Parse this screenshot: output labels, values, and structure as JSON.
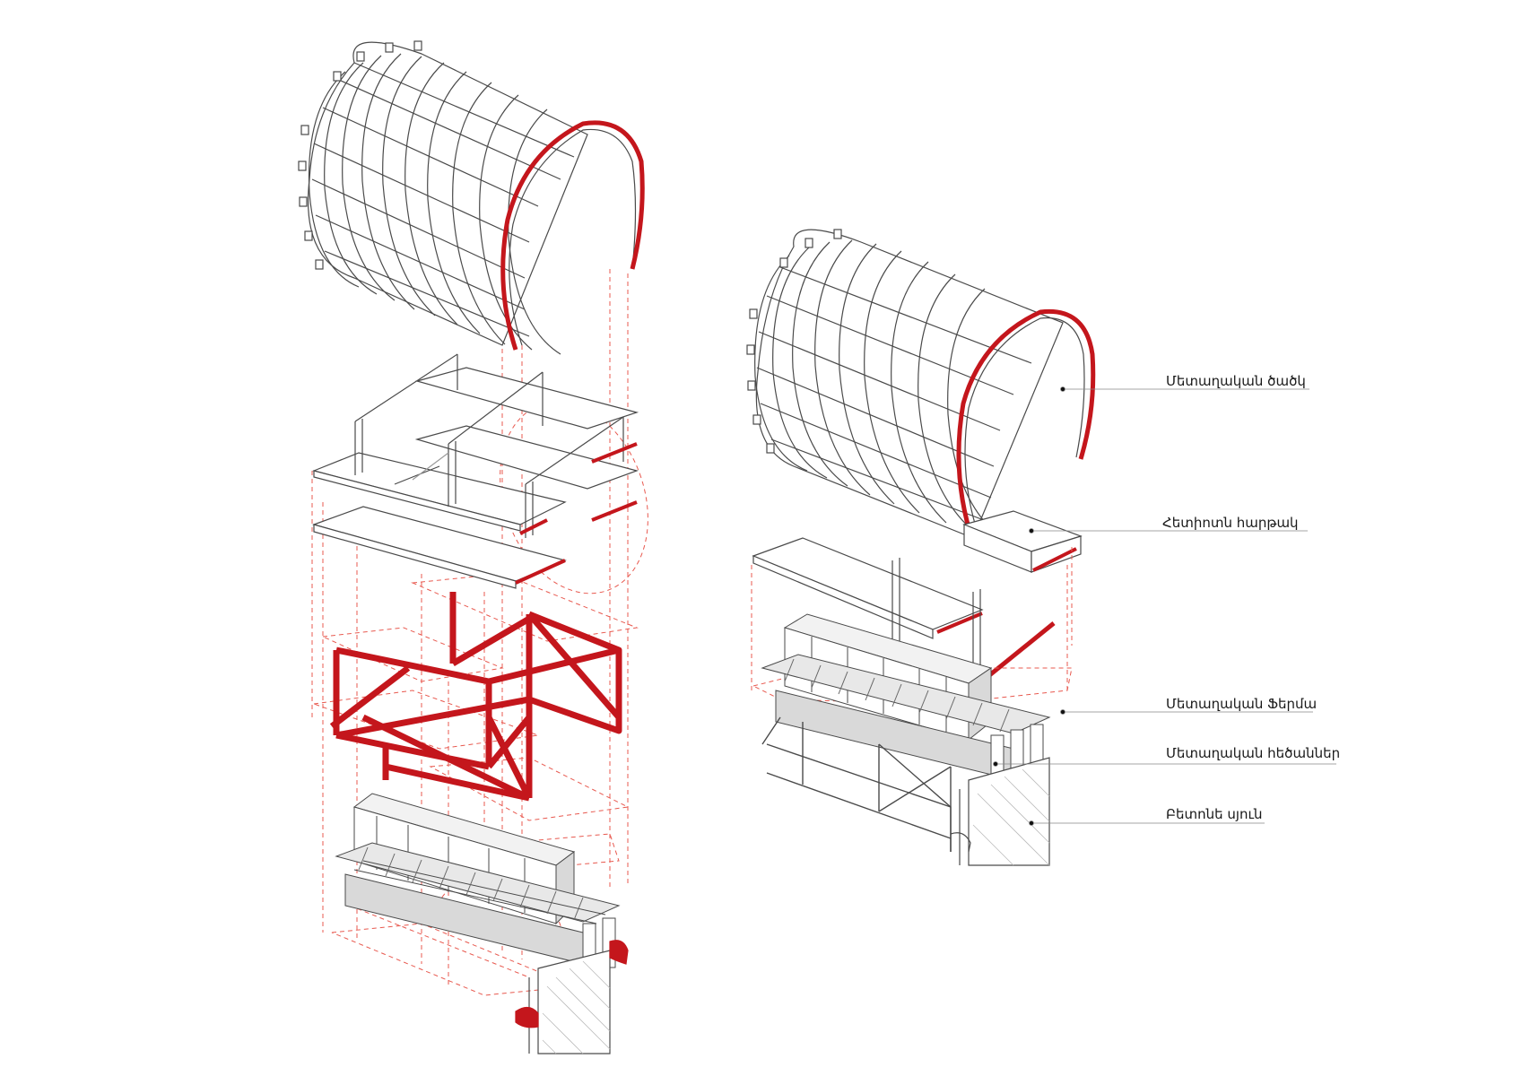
{
  "labels": [
    "Մետաղական ծածկ",
    "Հետիոտն հարթակ",
    "Մետաղական Ֆերմա",
    "Մետաղական հեծաններ",
    "Բետոնե սյուն"
  ],
  "colors": {
    "accent_red": "#c4161c",
    "line": "#4a4a4a",
    "guide": "#e8594f",
    "fill": "#ffffff",
    "shade": "#d9d9d9"
  }
}
